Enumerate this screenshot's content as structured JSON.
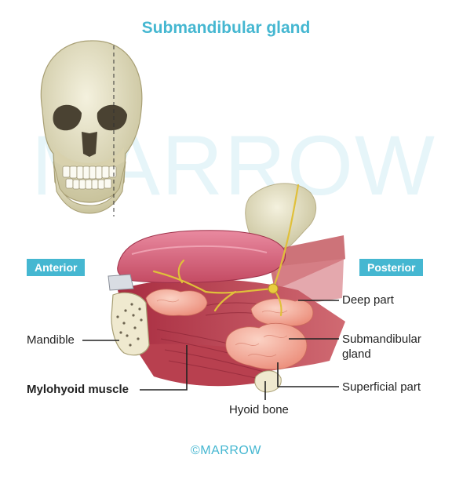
{
  "title": "Submandibular gland",
  "watermark": "MARROW",
  "orientation": {
    "anterior": "Anterior",
    "posterior": "Posterior"
  },
  "labels": {
    "deep_part": "Deep part",
    "mandible": "Mandible",
    "submandibular_gland": [
      "Submandibular",
      "gland"
    ],
    "mylohyoid_muscle": "Mylohyoid muscle",
    "superficial_part": "Superficial part",
    "hyoid_bone": "Hyoid bone"
  },
  "copyright": "©MARROW",
  "colors": {
    "accent": "#45b7d1",
    "muscle": "#b93a4e",
    "gland": "#f4a08e",
    "nerve": "#e0c03a",
    "bone": "#e8e3c6"
  }
}
